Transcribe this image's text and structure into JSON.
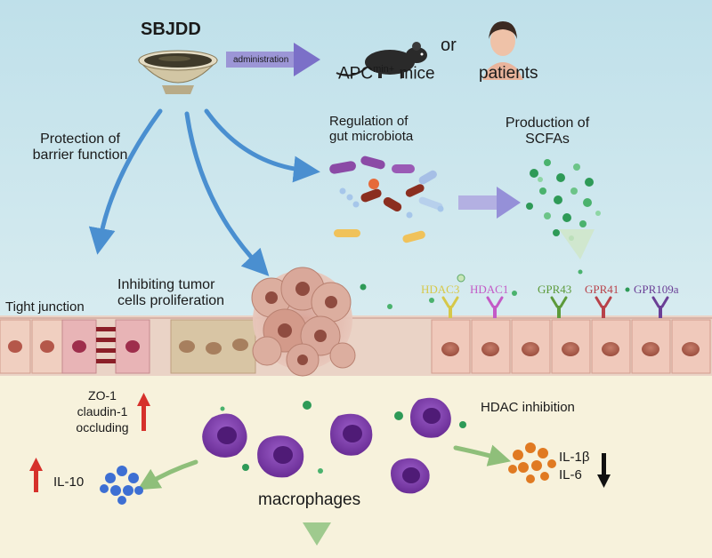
{
  "title": "SBJDD",
  "administration": "administration",
  "apc_mice": {
    "base": "APC",
    "superscript": "min+",
    "suffix": " mice"
  },
  "or_text": "or",
  "patients": "patients",
  "protection_lines": [
    "Protection of",
    "barrier function"
  ],
  "regulation_lines": [
    "Regulation of",
    "gut microbiota"
  ],
  "production_lines": [
    "Production of",
    "SCFAs"
  ],
  "tight_junction": "Tight junction",
  "inhibiting_lines": [
    "Inhibiting tumor",
    "cells proliferation"
  ],
  "receptors": [
    {
      "name": "HDAC3",
      "color": "#d6c84a"
    },
    {
      "name": "HDAC1",
      "color": "#c35ac6"
    },
    {
      "name": "GPR43",
      "color": "#5c9a3a"
    },
    {
      "name": "GPR41",
      "color": "#b8424a"
    },
    {
      "name": "GPR109a",
      "color": "#6b3f96"
    }
  ],
  "zo_markers": [
    "ZO-1",
    "claudin-1",
    "occluding"
  ],
  "hdac_inhibition": "HDAC inhibition",
  "il10": "IL-10",
  "il1b": "IL-1β",
  "il6": "IL-6",
  "macrophages": "macrophages",
  "colors": {
    "sky": "#cfe6ee",
    "lamina": "#f7f2dc",
    "arrow_blue": "#4a8fd0",
    "arrow_purple": "#7b70c8",
    "arrow_green": "#8fbf7a",
    "up_red": "#d6312b",
    "down_black": "#111111",
    "macrophage": "#7a3aa8",
    "il10_blue": "#3d6fd3",
    "il_orange": "#e07a22"
  }
}
